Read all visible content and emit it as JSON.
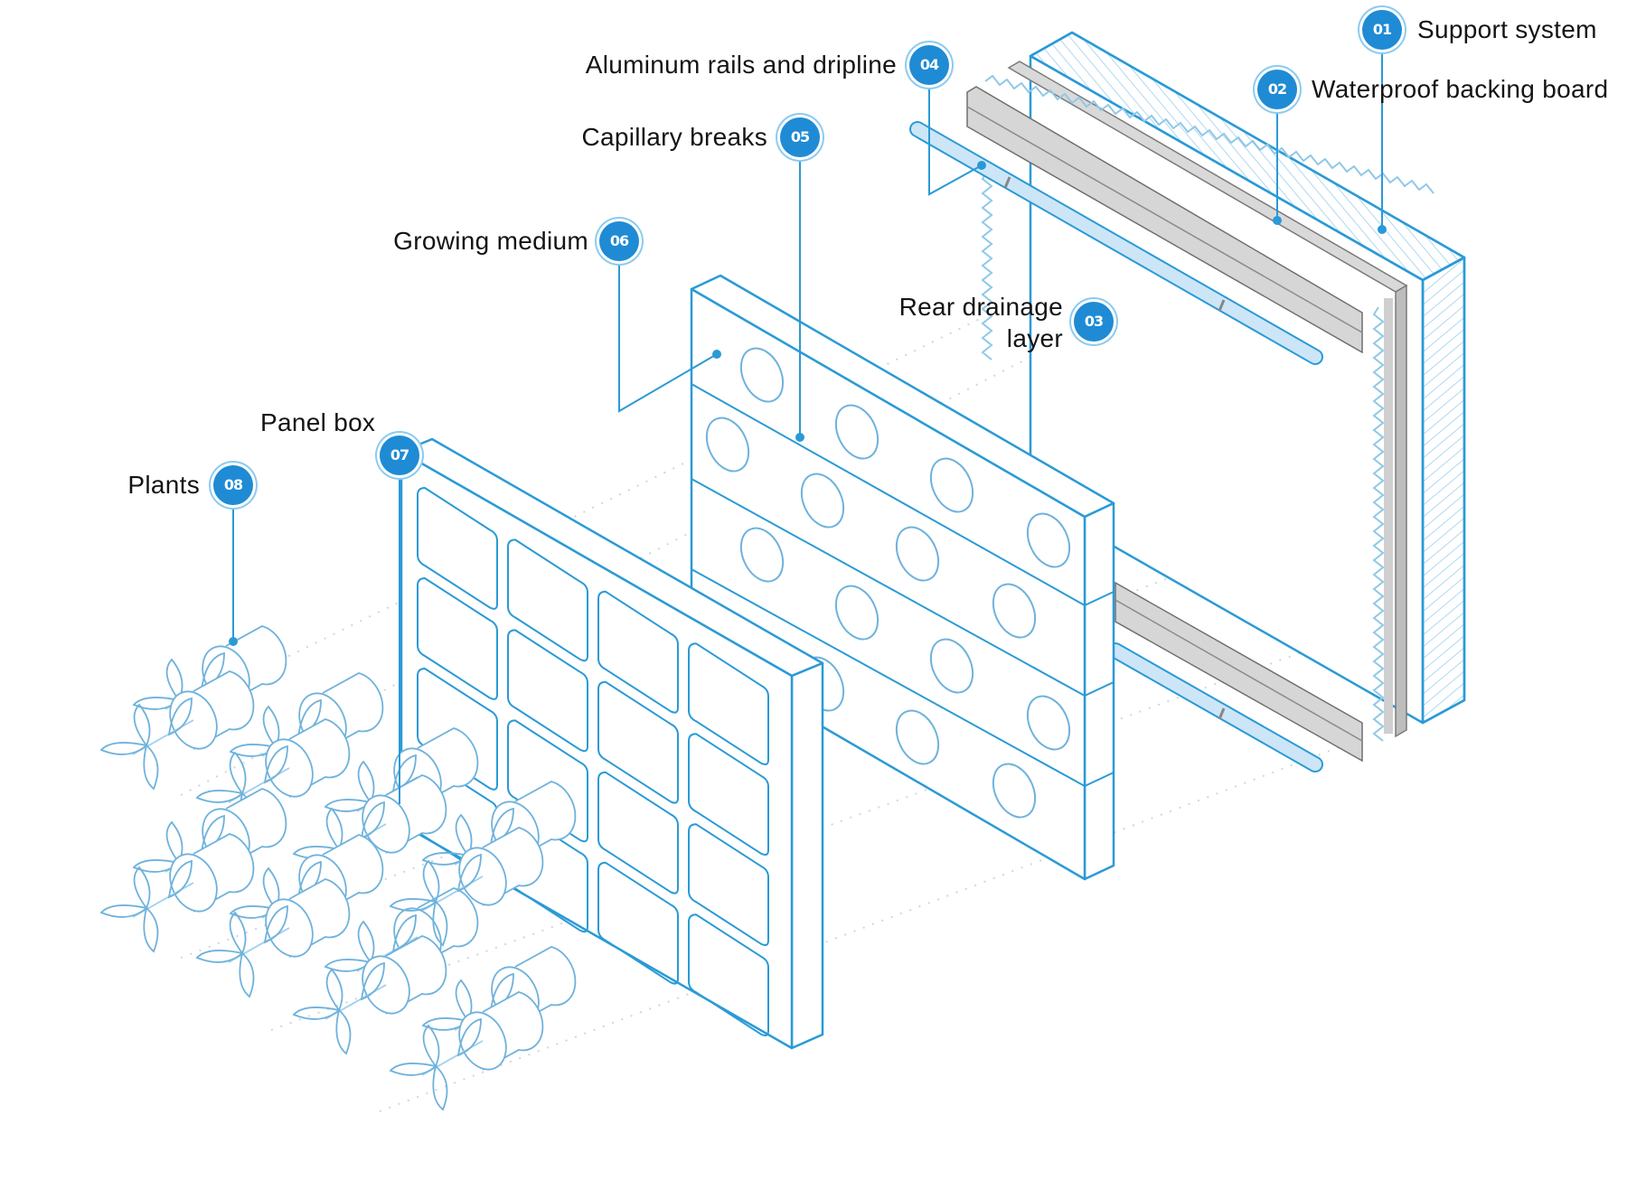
{
  "diagram": {
    "title": "Exploded view of a modular living wall system",
    "accent_color": "#1f8bd4",
    "line_color": "#2a9ad6",
    "light_line_color": "#8fc8e8",
    "rail_color": "#cfcfcf",
    "callouts": [
      {
        "number": "01",
        "label": "Support system"
      },
      {
        "number": "02",
        "label": "Waterproof backing board"
      },
      {
        "number": "03",
        "label_line1": "Rear drainage",
        "label_line2": "layer"
      },
      {
        "number": "04",
        "label": "Aluminum rails and dripline"
      },
      {
        "number": "05",
        "label": "Capillary breaks"
      },
      {
        "number": "06",
        "label": "Growing medium"
      },
      {
        "number": "07",
        "label": "Panel box"
      },
      {
        "number": "08",
        "label": "Plants"
      }
    ]
  }
}
